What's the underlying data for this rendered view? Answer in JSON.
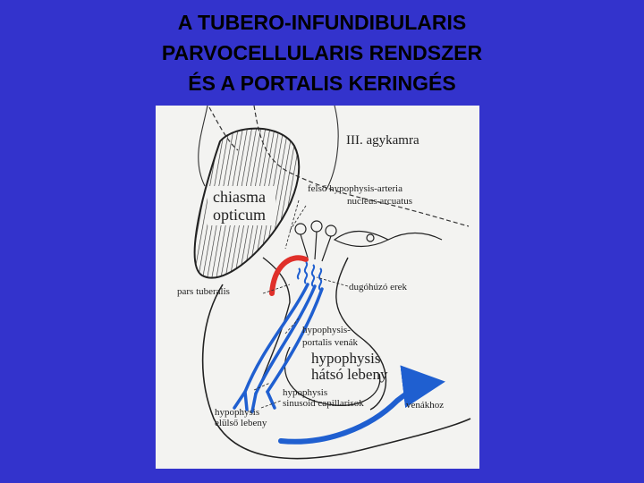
{
  "title": {
    "line1": "A TUBERO-INFUNDIBULARIS",
    "line2": "PARVOCELLULARIS RENDSZER",
    "line3": "ÉS A PORTALIS KERINGÉS"
  },
  "diagram": {
    "labels": {
      "third_ventricle": "III. agykamra",
      "chiasma_line1": "chiasma",
      "chiasma_line2": "opticum",
      "sup_artery": "felső hypophysis-arteria",
      "nucleus": "nucleus arcuatus",
      "pars_tuberalis": "pars tuberalis",
      "corkscrew": "dugóhúzó erek",
      "portal_line1": "hypophysis-",
      "portal_line2": "portalis venák",
      "posterior_line1": "hypophysis",
      "posterior_line2": "hátsó lebeny",
      "sinusoid_line1": "hypophysis",
      "sinusoid_line2": "sinusoid capillarisok",
      "anterior_line1": "hypophysis",
      "anterior_line2": "elülső lebeny",
      "to_veins": "venákhoz"
    },
    "colors": {
      "artery": "#e0302a",
      "vein": "#1f5fd0",
      "background": "#3333cc"
    }
  }
}
